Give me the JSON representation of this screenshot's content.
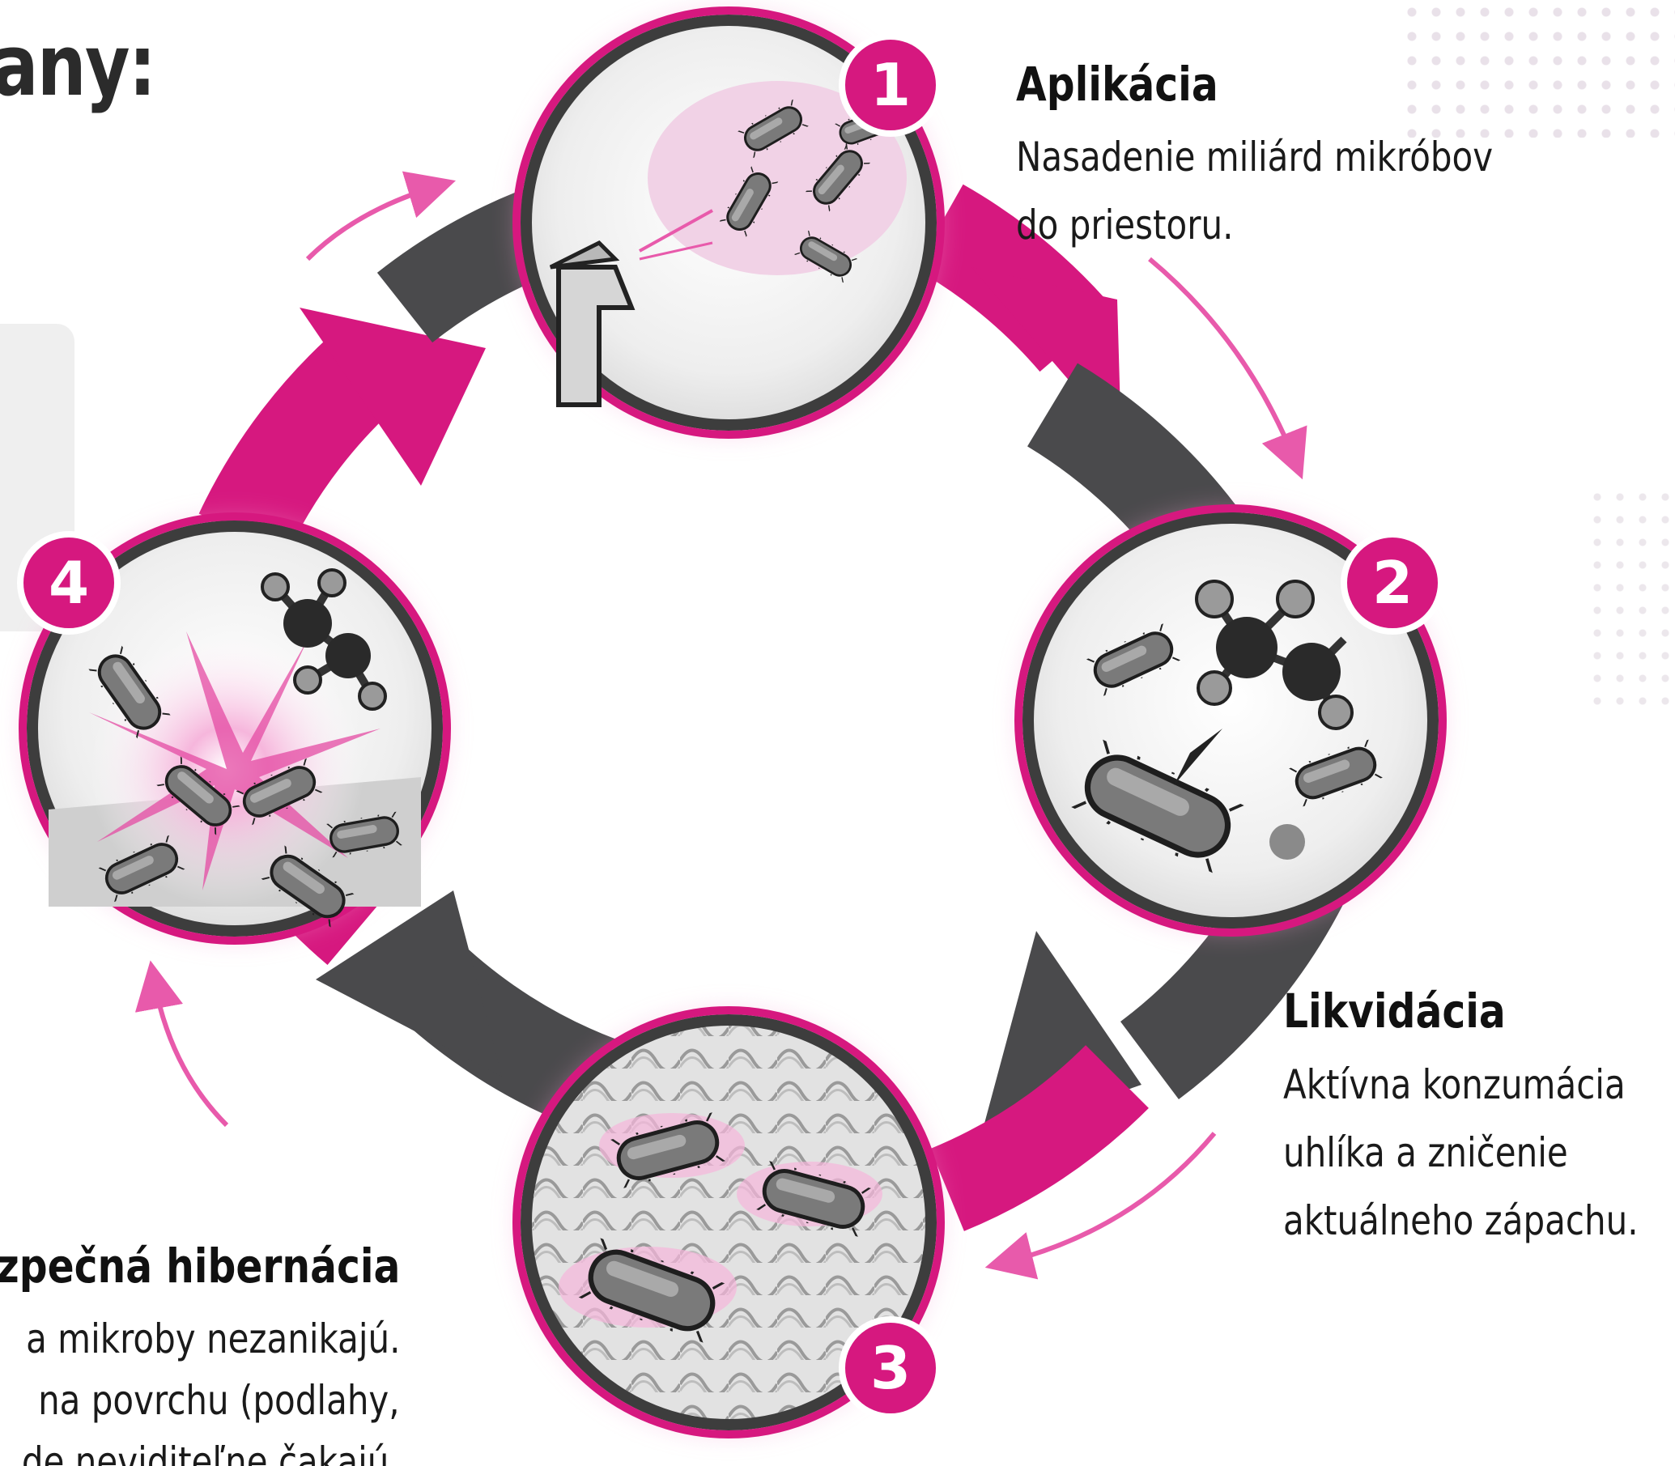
{
  "colors": {
    "magenta": "#d6187f",
    "dark_gray": "#4a4a4c",
    "light_gray": "#cfcfcf"
  },
  "heading": "any:",
  "steps": [
    {
      "number": "1",
      "title": "Aplikácia",
      "lines": [
        "Nasadenie miliárd mikróbov",
        "do priestoru."
      ],
      "icon": "spray-bottle-microbe-cloud-icon"
    },
    {
      "number": "2",
      "title": "Likvidácia",
      "lines": [
        "Aktívna konzumácia",
        "uhlíka a zničenie",
        "aktuálneho zápachu."
      ],
      "icon": "microbe-eating-molecule-icon"
    },
    {
      "number": "3",
      "title": "",
      "lines": [],
      "icon": "microbes-on-fabric-icon"
    },
    {
      "number": "4",
      "title": "ezpečná hibernácia",
      "lines": [
        "a mikroby nezanikajú.",
        "na povrchu (podlahy,",
        "de neviditeľne čakajú."
      ],
      "icon": "microbe-burst-reactivation-icon"
    }
  ]
}
